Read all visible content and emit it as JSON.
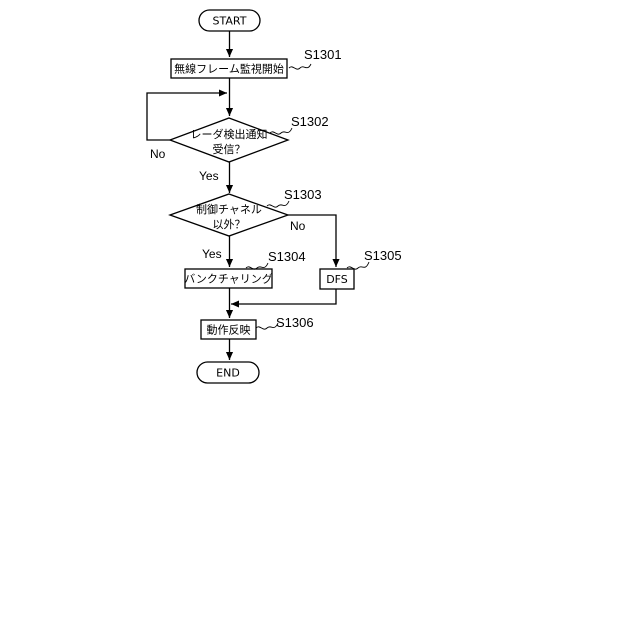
{
  "flowchart": {
    "start": "START",
    "end": "END",
    "steps": {
      "s1301": {
        "id": "S1301",
        "text": "無線フレーム監視開始"
      },
      "s1302": {
        "id": "S1302",
        "line1": "レーダ検出通知",
        "line2": "受信？"
      },
      "s1303": {
        "id": "S1303",
        "line1": "制御チャネル",
        "line2": "以外？"
      },
      "s1304": {
        "id": "S1304",
        "text": "バンクチャリング"
      },
      "s1305": {
        "id": "S1305",
        "text": "DFS"
      },
      "s1306": {
        "id": "S1306",
        "text": "動作反映"
      }
    },
    "branches": {
      "s1302_no": "No",
      "s1302_yes": "Yes",
      "s1303_yes": "Yes",
      "s1303_no": "No"
    }
  }
}
